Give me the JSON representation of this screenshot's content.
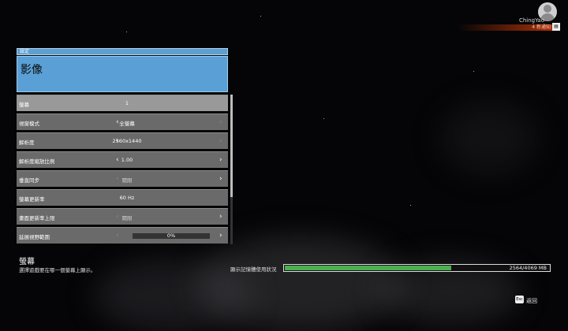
{
  "user": {
    "name": "ChingYao",
    "notification": "4 新通知"
  },
  "breadcrumb": "設定",
  "page_title": "影像",
  "settings": [
    {
      "label": "螢幕",
      "value": "1",
      "type": "value",
      "selected": true,
      "left_arrow": false,
      "right_arrow": false
    },
    {
      "label": "視窗模式",
      "value": "全螢幕",
      "type": "choice",
      "left_arrow": true,
      "right_arrow": true,
      "right_dim": true
    },
    {
      "label": "解析度",
      "value": "2560x1440",
      "type": "choice",
      "left_arrow": true,
      "right_arrow": true,
      "right_dim": true
    },
    {
      "label": "解析度縮放比例",
      "value": "1.00",
      "type": "choice",
      "left_arrow": true,
      "right_arrow": true
    },
    {
      "label": "垂直同步",
      "value": "關閉",
      "type": "choice",
      "disabled": true,
      "left_arrow": true,
      "right_arrow": true,
      "left_dim": true
    },
    {
      "label": "螢幕更新率",
      "value": "60 Hz",
      "type": "value",
      "left_arrow": false,
      "right_arrow": false
    },
    {
      "label": "畫面更新率上限",
      "value": "關閉",
      "type": "choice",
      "disabled": true,
      "left_arrow": true,
      "right_arrow": true,
      "left_dim": true
    },
    {
      "label": "延展視野範圍",
      "value": "0%",
      "type": "slider",
      "fill": 0,
      "left_arrow": true,
      "right_arrow": true,
      "left_dim": true
    }
  ],
  "description": {
    "title": "螢幕",
    "text": "選擇遊戲要在哪一個螢幕上顯示。"
  },
  "vram": {
    "label": "顯示記憶體使用狀況",
    "text": "2564/4069 MB",
    "used": 2564,
    "total": 4069
  },
  "back": {
    "key": "Esc",
    "label": "返回"
  }
}
